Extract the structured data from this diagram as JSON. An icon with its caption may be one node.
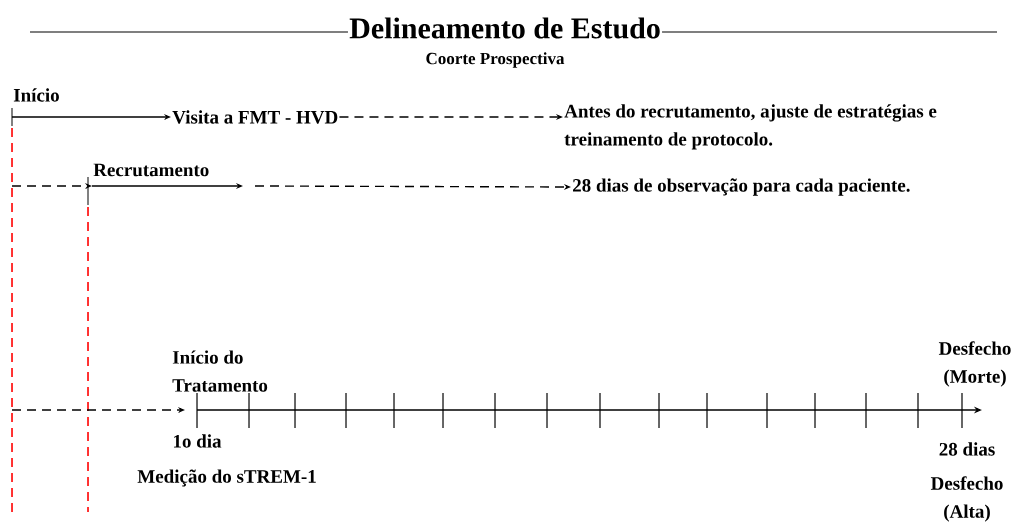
{
  "diagram": {
    "title": "Delineamento de Estudo",
    "nodes": [
      {
        "text": [
          "Início"
        ]
      },
      {
        "text": [
          "Visita a FMT - HVD"
        ]
      },
      {
        "text": [
          "Antes do recrutamento, ajuste de estratégias e treinamento de protocolo."
        ]
      },
      {
        "text": [
          "Recrutamento"
        ]
      },
      {
        "text": [
          "28 dias de observação para cada paciente."
        ]
      },
      {
        "text": [
          "Início do Tratamento"
        ]
      }
    ],
    "edges": [
      {
        "from": 0,
        "to": 1,
        "arrow": "to"
      },
      {
        "from": 1,
        "to": 2,
        "arrow": "to",
        "style": "dashed"
      },
      {
        "from": null,
        "to": 3,
        "arrow": "to",
        "style": "dashed"
      },
      {
        "from": 3,
        "to": null,
        "arrow": "to"
      },
      {
        "from": null,
        "to": 4,
        "arrow": "to",
        "style": "dashed"
      },
      {
        "from": null,
        "to": 5,
        "arrow": "to",
        "style": "dashed"
      }
    ],
    "labels": [
      "Coorte Prospectiva",
      "Desfecho (Morte)",
      "1o dia",
      "28 dias",
      "Medição do sTREM-1",
      "Desfecho (Alta)"
    ]
  }
}
